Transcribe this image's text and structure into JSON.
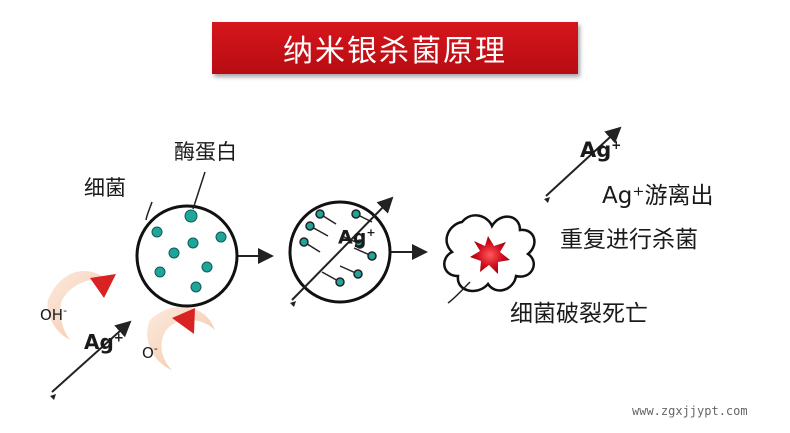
{
  "title": "纳米银杀菌原理",
  "labels": {
    "enzyme": "酶蛋白",
    "bacteria": "细菌",
    "oh": "OH",
    "oh_sup": "-",
    "o": "O",
    "o_sup": "-",
    "ag_main": "Ag",
    "ag_main_sup": "+",
    "ag_mid": "Ag",
    "ag_mid_sup": "+",
    "ag_top": "Ag",
    "ag_top_sup": "+",
    "release_line1": "Ag⁺游离出",
    "release_line2": "重复进行杀菌",
    "rupture": "细菌破裂死亡"
  },
  "watermark": "www.zgxjjypt.com",
  "colors": {
    "banner": "#c8101a",
    "enzyme_dot": "#1fa59a",
    "arrow_red": "#d92323",
    "burst_red": "#e2202e"
  }
}
